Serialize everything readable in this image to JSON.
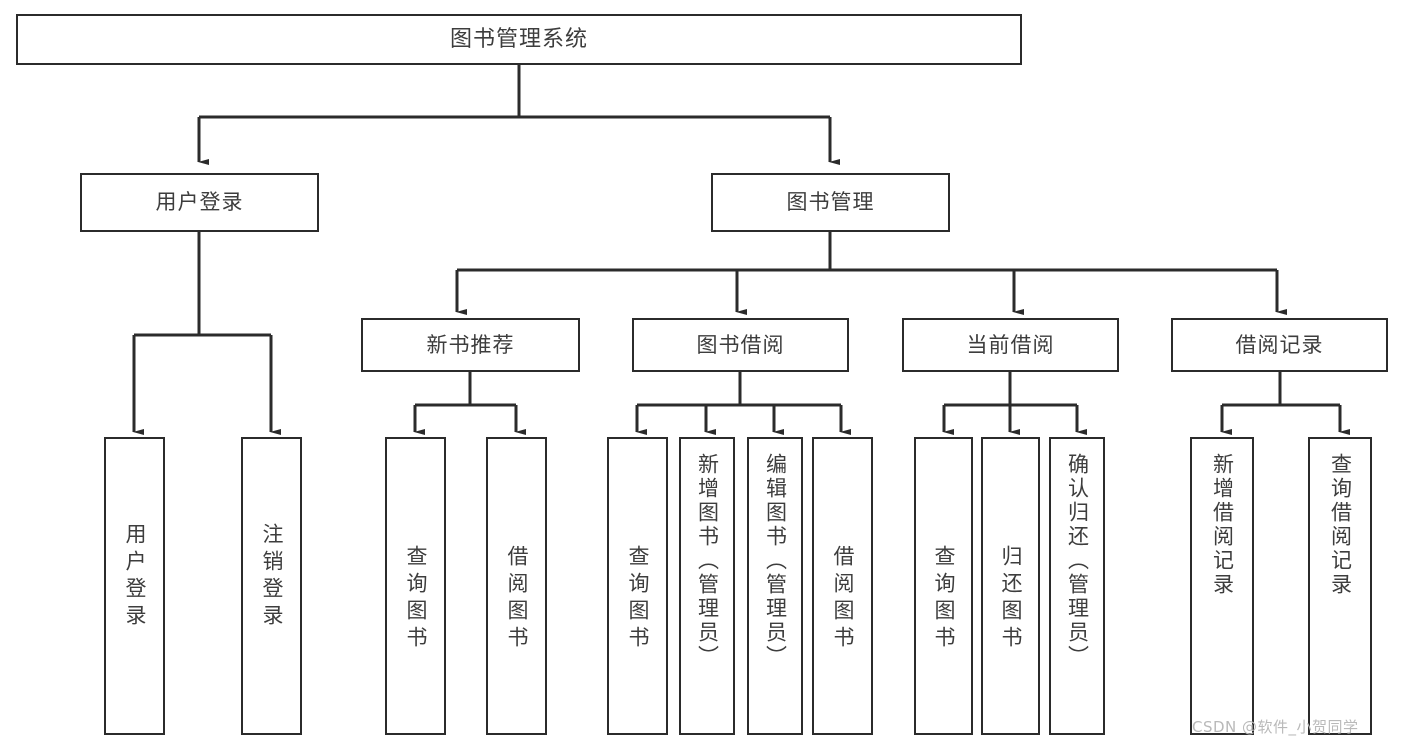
{
  "diagram": {
    "title": "图书管理系统",
    "type": "hierarchy-tree",
    "root": {
      "label": "图书管理系统"
    },
    "level2": [
      {
        "id": "user-login",
        "label": "用户登录"
      },
      {
        "id": "book-manage",
        "label": "图书管理"
      }
    ],
    "level3": [
      {
        "id": "new-book-recommend",
        "label": "新书推荐",
        "parent": "book-manage"
      },
      {
        "id": "book-borrow",
        "label": "图书借阅",
        "parent": "book-manage"
      },
      {
        "id": "current-borrow",
        "label": "当前借阅",
        "parent": "book-manage"
      },
      {
        "id": "borrow-record",
        "label": "借阅记录",
        "parent": "book-manage"
      }
    ],
    "leaves": [
      {
        "id": "leaf-user-login",
        "label": "用户登录",
        "parent": "user-login"
      },
      {
        "id": "leaf-user-logout",
        "label": "注销登录",
        "parent": "user-login"
      },
      {
        "id": "leaf-query-book-1",
        "label": "查询图书",
        "parent": "new-book-recommend"
      },
      {
        "id": "leaf-borrow-book-1",
        "label": "借阅图书",
        "parent": "new-book-recommend"
      },
      {
        "id": "leaf-query-book-2",
        "label": "查询图书",
        "parent": "book-borrow"
      },
      {
        "id": "leaf-add-book",
        "label": "新增图书（管理员）",
        "parent": "book-borrow"
      },
      {
        "id": "leaf-edit-book",
        "label": "编辑图书（管理员）",
        "parent": "book-borrow"
      },
      {
        "id": "leaf-borrow-book-2",
        "label": "借阅图书",
        "parent": "book-borrow"
      },
      {
        "id": "leaf-query-book-3",
        "label": "查询图书",
        "parent": "current-borrow"
      },
      {
        "id": "leaf-return-book",
        "label": "归还图书",
        "parent": "current-borrow"
      },
      {
        "id": "leaf-confirm-return",
        "label": "确认归还（管理员）",
        "parent": "current-borrow"
      },
      {
        "id": "leaf-add-record",
        "label": "新增借阅记录",
        "parent": "borrow-record"
      },
      {
        "id": "leaf-query-record",
        "label": "查询借阅记录",
        "parent": "borrow-record"
      }
    ],
    "watermark": "CSDN @软件_小贺同学",
    "colors": {
      "border": "#2b2b2b",
      "text": "#3d3d3d",
      "background": "#ffffff",
      "watermark": "#b9b9b9"
    }
  }
}
